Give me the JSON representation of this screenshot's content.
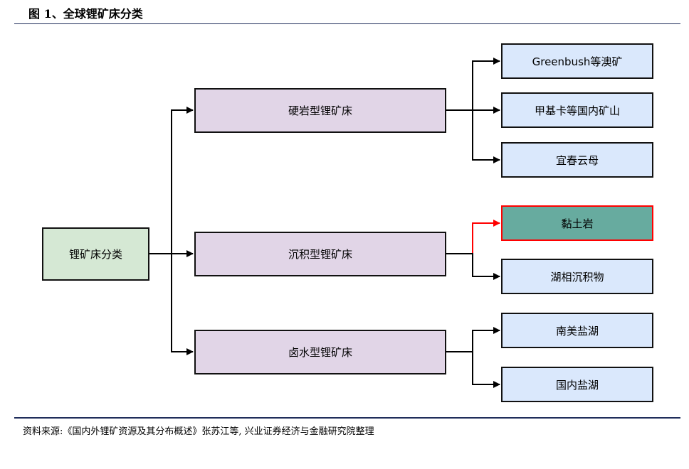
{
  "figure": {
    "title": "图 1、全球锂矿床分类",
    "source": "资料来源:《国内外锂矿资源及其分布概述》张苏江等, 兴业证券经济与金融研究院整理"
  },
  "diagram": {
    "root": "锂矿床分类",
    "branches": [
      {
        "label": "硬岩型锂矿床",
        "children": [
          "Greenbush等澳矿",
          "甲基卡等国内矿山",
          "宜春云母"
        ]
      },
      {
        "label": "沉积型锂矿床",
        "children": [
          "黏土岩",
          "湖相沉积物"
        ],
        "highlighted_child": "黏土岩"
      },
      {
        "label": "卤水型锂矿床",
        "children": [
          "南美盐湖",
          "国内盐湖"
        ]
      }
    ]
  },
  "colors": {
    "root_fill": "#d5e8d4",
    "branch_fill": "#e1d5e7",
    "leaf_fill": "#dae8fc",
    "highlight_fill": "#67ab9f",
    "highlight_border": "#ff0000",
    "rule": "#1f2d5a"
  }
}
